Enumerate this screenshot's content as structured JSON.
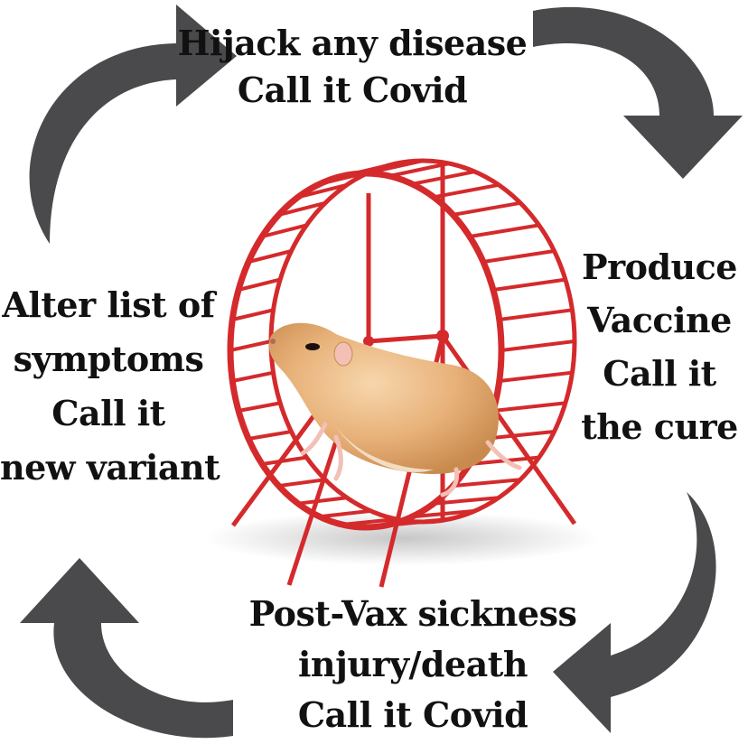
{
  "steps": {
    "top": {
      "lines": [
        "Hijack any disease",
        "Call it Covid"
      ]
    },
    "right": {
      "lines": [
        "Produce",
        "Vaccine",
        "Call it",
        "the cure"
      ]
    },
    "bottom": {
      "lines": [
        "Post-Vax sickness",
        "injury/death",
        "Call it Covid"
      ]
    },
    "left": {
      "lines": [
        "Alter list of",
        "symptoms",
        "Call it",
        "new variant"
      ]
    }
  },
  "colors": {
    "arrow": "#4a4a4c",
    "wheel": "#d42a2c",
    "hamster_fur": "#e8b27a",
    "hamster_belly": "#f3dcc4",
    "background": "#ffffff"
  },
  "icons": {
    "cycle_arrows": "curved-arrow-icon",
    "center_image": "hamster-wheel-icon"
  }
}
